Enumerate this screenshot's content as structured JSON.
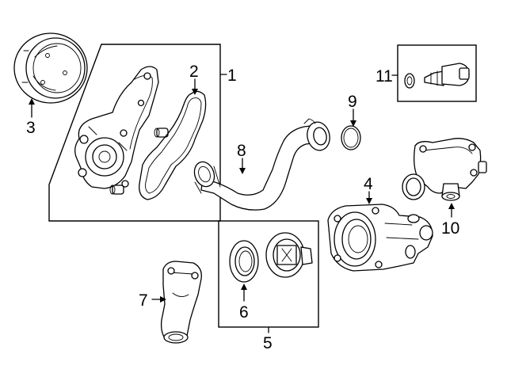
{
  "diagram": {
    "labels": {
      "p1": "1",
      "p2": "2",
      "p3": "3",
      "p4": "4",
      "p5": "5",
      "p6": "6",
      "p7": "7",
      "p8": "8",
      "p9": "9",
      "p10": "10",
      "p11": "11"
    },
    "parts": [
      "water-pump-assembly",
      "pump-gasket",
      "pump-pulley",
      "thermostat-housing",
      "thermostat-kit",
      "thermostat-seal",
      "coolant-outlet-pipe",
      "coolant-hose",
      "o-ring",
      "water-outlet-fitting",
      "temperature-sensor"
    ]
  }
}
